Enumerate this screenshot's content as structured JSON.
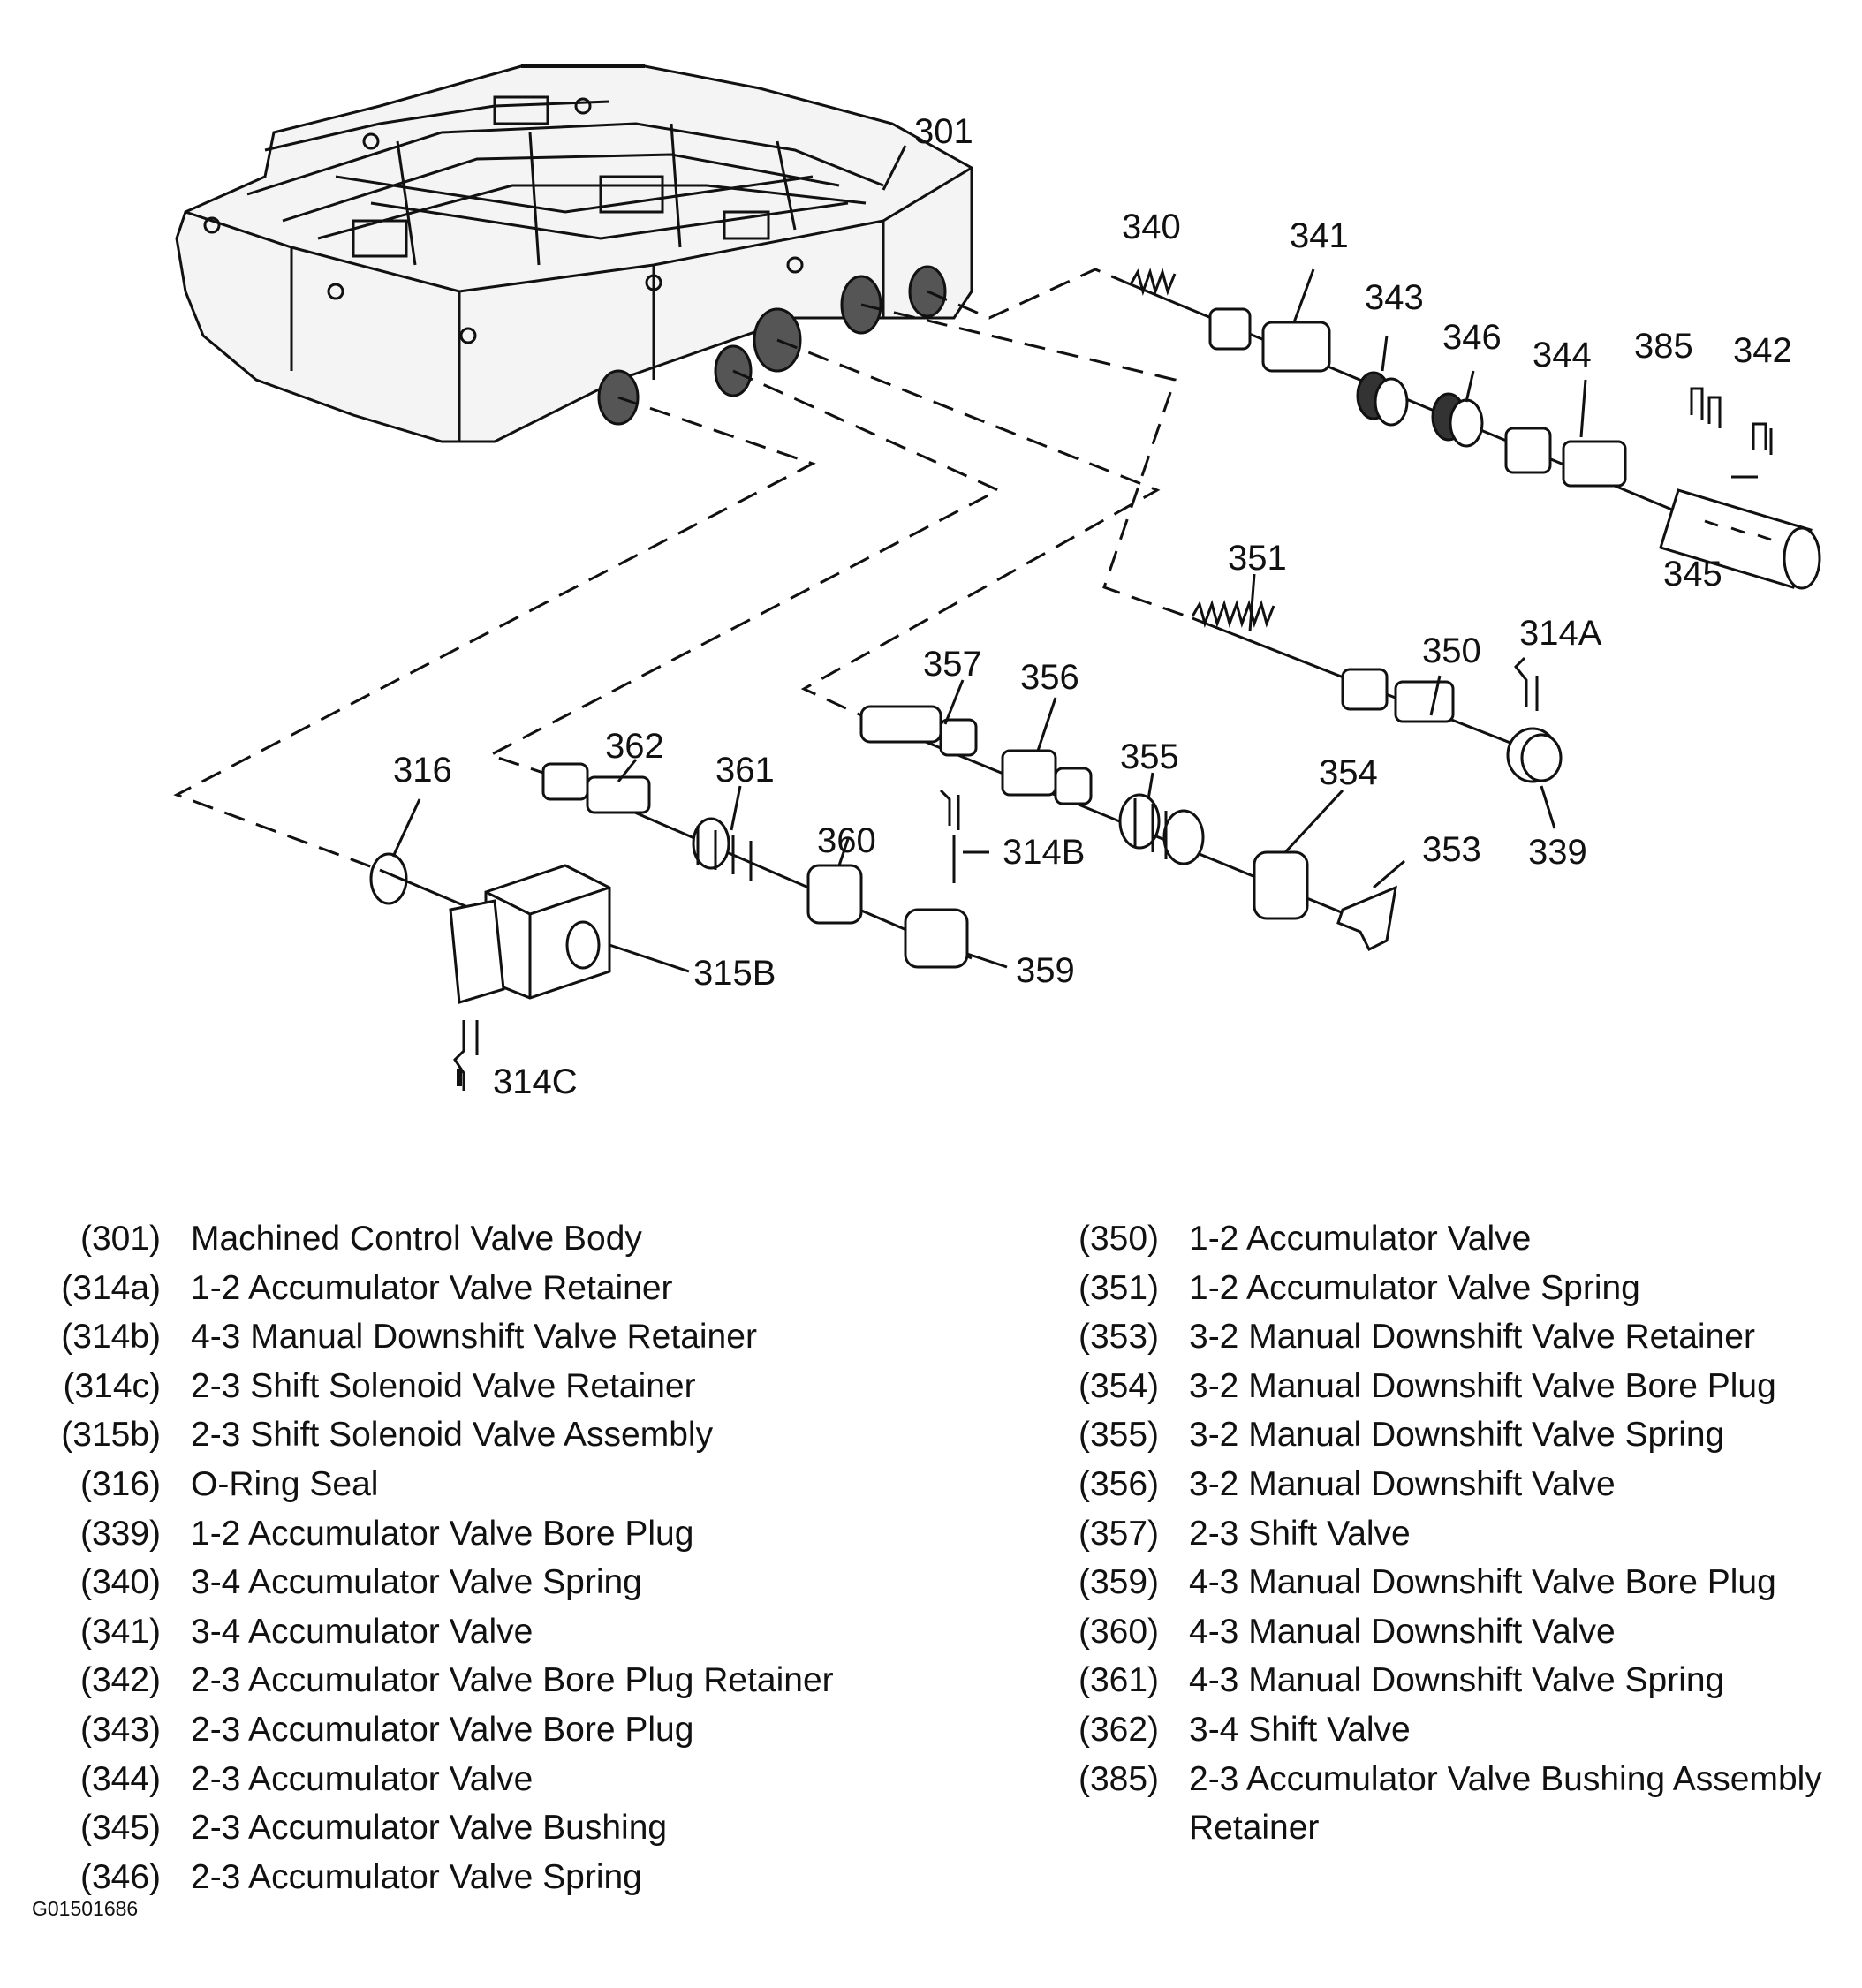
{
  "labels": {
    "l301": "301",
    "l340": "340",
    "l341": "341",
    "l343": "343",
    "l346": "346",
    "l344": "344",
    "l385": "385",
    "l342": "342",
    "l345": "345",
    "l351": "351",
    "l314a": "314A",
    "l350": "350",
    "l339": "339",
    "l357": "357",
    "l356": "356",
    "l355": "355",
    "l354": "354",
    "l353": "353",
    "l362": "362",
    "l361": "361",
    "l360": "360",
    "l314b": "314B",
    "l359": "359",
    "l316": "316",
    "l315b": "315B",
    "l314c": "314C"
  },
  "legend": {
    "left": [
      {
        "code": "(301)",
        "text": "Machined Control Valve Body"
      },
      {
        "code": "(314a)",
        "text": "1-2 Accumulator Valve Retainer"
      },
      {
        "code": "(314b)",
        "text": "4-3 Manual Downshift Valve Retainer"
      },
      {
        "code": "(314c)",
        "text": "2-3 Shift Solenoid Valve Retainer"
      },
      {
        "code": "(315b)",
        "text": "2-3 Shift Solenoid Valve Assembly"
      },
      {
        "code": "(316)",
        "text": "O-Ring Seal"
      },
      {
        "code": "(339)",
        "text": "1-2 Accumulator Valve Bore Plug"
      },
      {
        "code": "(340)",
        "text": "3-4 Accumulator Valve Spring"
      },
      {
        "code": "(341)",
        "text": "3-4 Accumulator Valve"
      },
      {
        "code": "(342)",
        "text": "2-3 Accumulator Valve Bore Plug Retainer"
      },
      {
        "code": "(343)",
        "text": "2-3 Accumulator Valve Bore Plug"
      },
      {
        "code": "(344)",
        "text": "2-3 Accumulator Valve"
      },
      {
        "code": "(345)",
        "text": "2-3 Accumulator Valve Bushing"
      },
      {
        "code": "(346)",
        "text": "2-3 Accumulator Valve Spring"
      }
    ],
    "right": [
      {
        "code": "(350)",
        "text": "1-2 Accumulator Valve"
      },
      {
        "code": "(351)",
        "text": "1-2 Accumulator Valve Spring"
      },
      {
        "code": "(353)",
        "text": "3-2 Manual Downshift Valve Retainer"
      },
      {
        "code": "(354)",
        "text": "3-2 Manual Downshift Valve Bore Plug"
      },
      {
        "code": "(355)",
        "text": "3-2 Manual Downshift Valve Spring"
      },
      {
        "code": "(356)",
        "text": "3-2 Manual Downshift Valve"
      },
      {
        "code": "(357)",
        "text": "2-3 Shift Valve"
      },
      {
        "code": "(359)",
        "text": "4-3 Manual Downshift Valve Bore Plug"
      },
      {
        "code": "(360)",
        "text": "4-3 Manual Downshift Valve"
      },
      {
        "code": "(361)",
        "text": "4-3 Manual Downshift Valve Spring"
      },
      {
        "code": "(362)",
        "text": "3-4 Shift Valve"
      },
      {
        "code": "(385)",
        "text": "2-3 Accumulator Valve Bushing Assembly Retainer"
      }
    ]
  },
  "figure_id": "G01501686"
}
